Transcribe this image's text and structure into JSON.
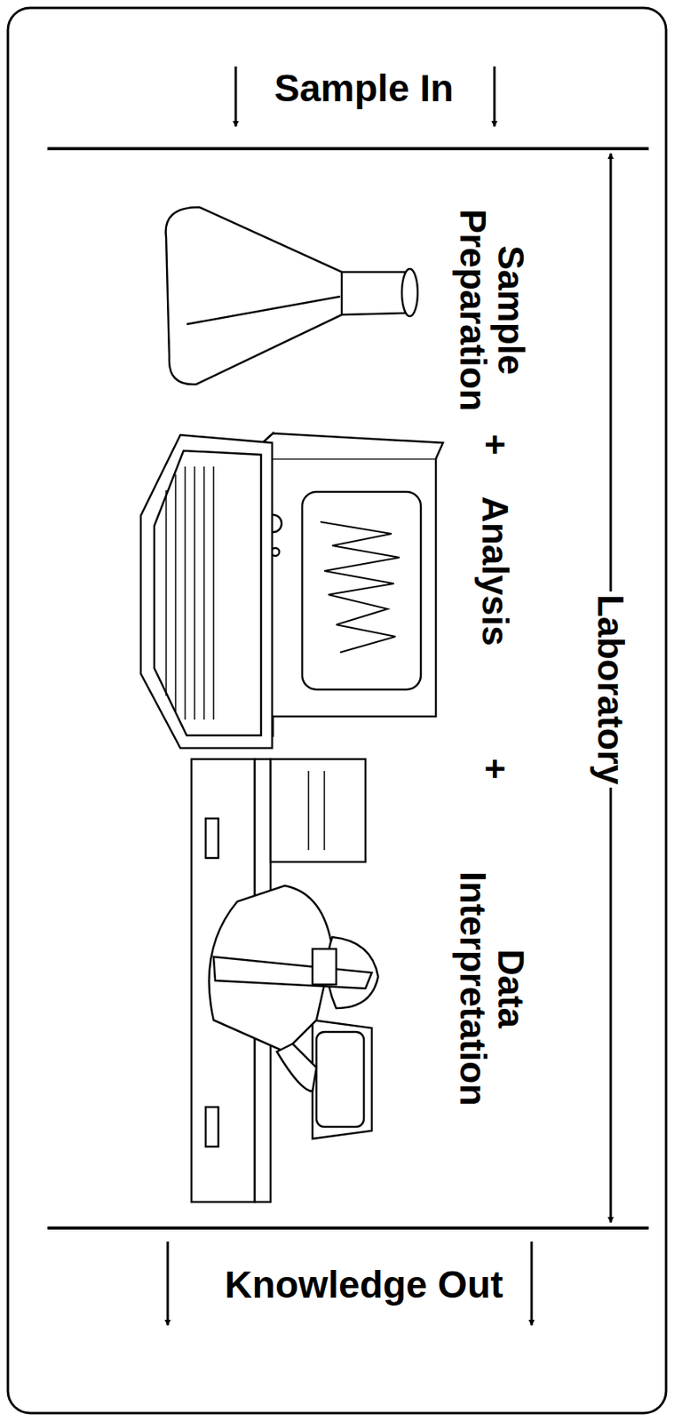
{
  "diagram": {
    "labels": [
      "Sample In",
      "Sample Preparation",
      "+",
      "Analysis",
      "+",
      "Data Interpretation",
      "Laboratory",
      "Knowledge Out"
    ]
  }
}
